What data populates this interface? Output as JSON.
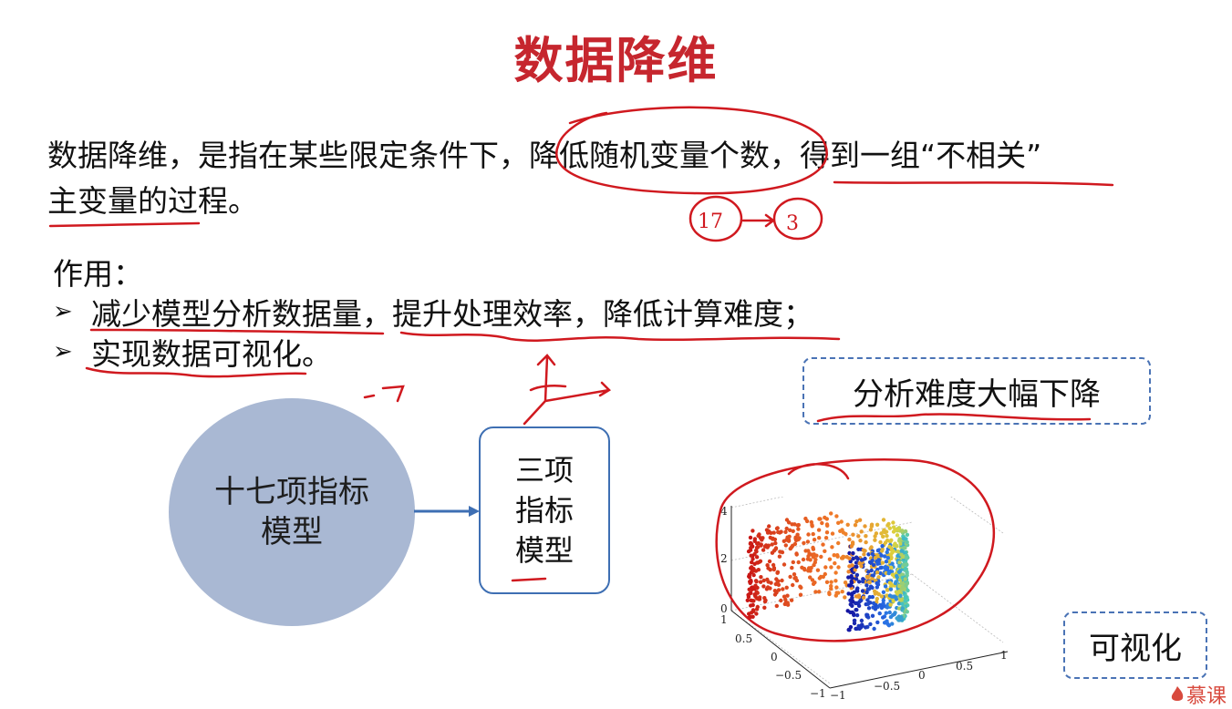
{
  "title": "数据降维",
  "definition": {
    "part1": "数据降维，是指在某些限定条件下，",
    "highlight": "降低随机变量个数",
    "part2": "，得到一组“不相关”",
    "part3": "主变量的过程。"
  },
  "section_label": "作用：",
  "bullets": [
    {
      "text": "减少模型分析数据量，提升处理效率，降低计算难度；"
    },
    {
      "text": "实现数据可视化。"
    }
  ],
  "diagram": {
    "source": "十七项指标模型",
    "target": "三项指标模型"
  },
  "callouts": {
    "difficulty": "分析难度大幅下降",
    "visualize": "可视化"
  },
  "annotations": {
    "seventeen": "17",
    "three": "3"
  },
  "plot_axes": {
    "z_ticks": [
      "4",
      "2",
      "0"
    ],
    "y_ticks": [
      "1",
      "0.5",
      "0",
      "−0.5",
      "−1"
    ],
    "x_ticks": [
      "−1",
      "−0.5",
      "0",
      "0.5",
      "1"
    ]
  },
  "logo": {
    "text": "慕课",
    "icon": "flame-icon",
    "color": "#d84a3e"
  },
  "colors": {
    "title": "#c6262e",
    "annotation": "#d0191f",
    "circle": "#a9b8d3",
    "box_border": "#3e6fb3"
  }
}
